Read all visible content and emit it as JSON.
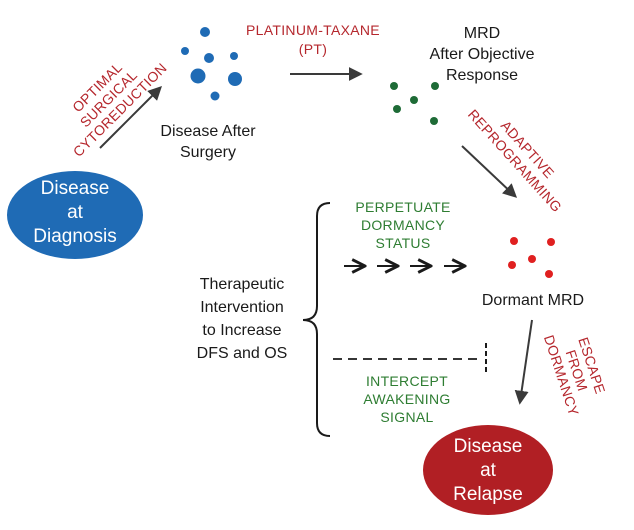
{
  "nodes": {
    "diagnosis": {
      "line1": "Disease",
      "line2": "at",
      "line3": "Diagnosis",
      "color": "#1f6bb5"
    },
    "after_surgery": {
      "line1": "Disease After",
      "line2": "Surgery",
      "dot_color": "#1f6bb5"
    },
    "mrd": {
      "line1": "MRD",
      "line2": "After Objective",
      "line3": "Response",
      "dot_color": "#1e6b36"
    },
    "dormant": {
      "label": "Dormant MRD",
      "dot_color": "#e02020"
    },
    "relapse": {
      "line1": "Disease",
      "line2": "at",
      "line3": "Relapse",
      "color": "#b11f24"
    }
  },
  "transitions": {
    "surgery": {
      "line1": "OPTIMAL",
      "line2": "SURGICAL",
      "line3": "CYTOREDUCTION"
    },
    "chemo": {
      "line1": "PLATINUM-TAXANE",
      "line2": "(PT)"
    },
    "adaptive": {
      "line1": "ADAPTIVE",
      "line2": "REPROGRAMMING"
    },
    "escape": {
      "line1": "ESCAPE",
      "line2": "FROM",
      "line3": "DORMANCY"
    }
  },
  "intervention": {
    "line1": "Therapeutic",
    "line2": "Intervention",
    "line3": "to Increase",
    "line4": "DFS and OS",
    "perpetuate": {
      "line1": "PERPETUATE",
      "line2": "DORMANCY",
      "line3": "STATUS"
    },
    "intercept": {
      "line1": "INTERCEPT",
      "line2": "AWAKENING",
      "line3": "SIGNAL"
    }
  },
  "colors": {
    "red_text": "#b5272d",
    "green_text": "#2e7d32",
    "arrow": "#3a3a3a"
  }
}
